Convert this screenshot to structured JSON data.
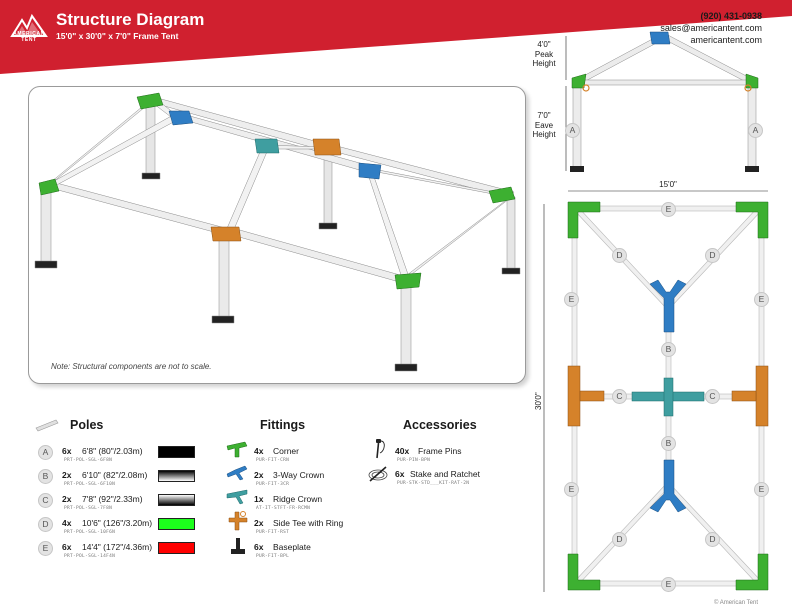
{
  "header": {
    "title": "Structure Diagram",
    "subtitle": "15'0\" x 30'0\" x 7'0\" Frame Tent",
    "logo_text": "AMERICAN TENT",
    "phone": "(920) 431-0938",
    "email": "sales@americantent.com",
    "website": "americantent.com"
  },
  "colors": {
    "banner": "#d0202f",
    "corner": "#3db031",
    "crown3": "#2f7dc4",
    "ridge": "#3f9ea0",
    "sidetee": "#d5822a",
    "pole": "#e9e9e9"
  },
  "main_view": {
    "note": "Note: Structural components are not to scale."
  },
  "side_view": {
    "peak_label": "4'0\"\nPeak\nHeight",
    "eave_label": "7'0\"\nEave\nHeight",
    "width_label": "15'0\"",
    "pole_letter": "A"
  },
  "top_view": {
    "length_label": "30'0\"",
    "letters": {
      "b": "B",
      "c": "C",
      "d": "D",
      "e": "E"
    }
  },
  "poles": {
    "title": "Poles",
    "items": [
      {
        "letter": "A",
        "qty": "6x",
        "desc": "6'8\" (80\"/2.03m)",
        "sku": "PRT-POL-SGL-6F8N",
        "swatch": "linear-gradient(#000000,#000000)"
      },
      {
        "letter": "B",
        "qty": "2x",
        "desc": "6'10\" (82\"/2.08m)",
        "sku": "PRT-POL-SGL-6F10N",
        "swatch": "linear-gradient(to bottom,#000000,#ffffff)"
      },
      {
        "letter": "C",
        "qty": "2x",
        "desc": "7'8\" (92\"/2.33m)",
        "sku": "PRT-POL-SGL-7F8N",
        "swatch": "linear-gradient(to bottom,#ffffff,#000000)"
      },
      {
        "letter": "D",
        "qty": "4x",
        "desc": "10'6\" (126\"/3.20m)",
        "sku": "PRT-POL-SGL-10F6N",
        "swatch": "linear-gradient(#1cff1c,#1cff1c)"
      },
      {
        "letter": "E",
        "qty": "6x",
        "desc": "14'4\" (172\"/4.36m)",
        "sku": "PRT-POL-SGL-14F4N",
        "swatch": "linear-gradient(#ff0000,#ff0000)"
      }
    ]
  },
  "fittings": {
    "title": "Fittings",
    "items": [
      {
        "qty": "4x",
        "desc": "Corner",
        "sku": "PUR-FIT-CRN",
        "icon": "corner-fitting-icon"
      },
      {
        "qty": "2x",
        "desc": "3-Way Crown",
        "sku": "PUR-FIT-3CR",
        "icon": "three-way-crown-icon"
      },
      {
        "qty": "1x",
        "desc": "Ridge Crown",
        "sku": "AT-IT-STFT-FR-RCMN",
        "icon": "ridge-crown-icon"
      },
      {
        "qty": "2x",
        "desc": "Side Tee with Ring",
        "sku": "PUR-FIT-RST",
        "icon": "side-tee-icon"
      },
      {
        "qty": "6x",
        "desc": "Baseplate",
        "sku": "PUR-FIT-BPL",
        "icon": "baseplate-icon"
      }
    ]
  },
  "accessories": {
    "title": "Accessories",
    "items": [
      {
        "qty": "40x",
        "desc": "Frame Pins",
        "sku": "PUR-PIN-BPN",
        "icon": "frame-pin-icon"
      },
      {
        "qty": "6x",
        "desc": "Stake and Ratchet",
        "sku": "PUR-STK-STD___KIT-RAT-2N",
        "icon": "stake-ratchet-icon"
      }
    ]
  },
  "footer": {
    "copyright": "© American Tent"
  }
}
